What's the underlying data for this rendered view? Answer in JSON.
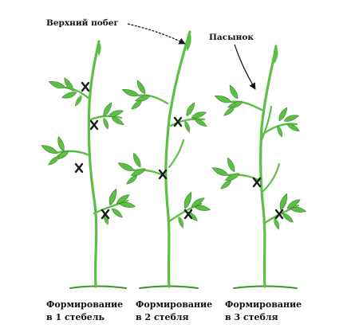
{
  "colors": {
    "stem": "#5cbf45",
    "stem_dark": "#3f8f2c",
    "leaf": "#5cbf45",
    "leaf_dark": "#3a7f28",
    "cut_mark": "#1a1a1a",
    "ground": "#3f8f2c"
  },
  "labels": {
    "top_shoot": "Верхний побег",
    "side_shoot": "Пасынок"
  },
  "captions": [
    {
      "line1": "Формирование",
      "line2": "в 1 стебель"
    },
    {
      "line1": "Формирование",
      "line2": "в 2 стебля"
    },
    {
      "line1": "Формирование",
      "line2": "в 3 стебля"
    }
  ],
  "icons": [
    "cut-mark-icon",
    "arrow-icon"
  ]
}
